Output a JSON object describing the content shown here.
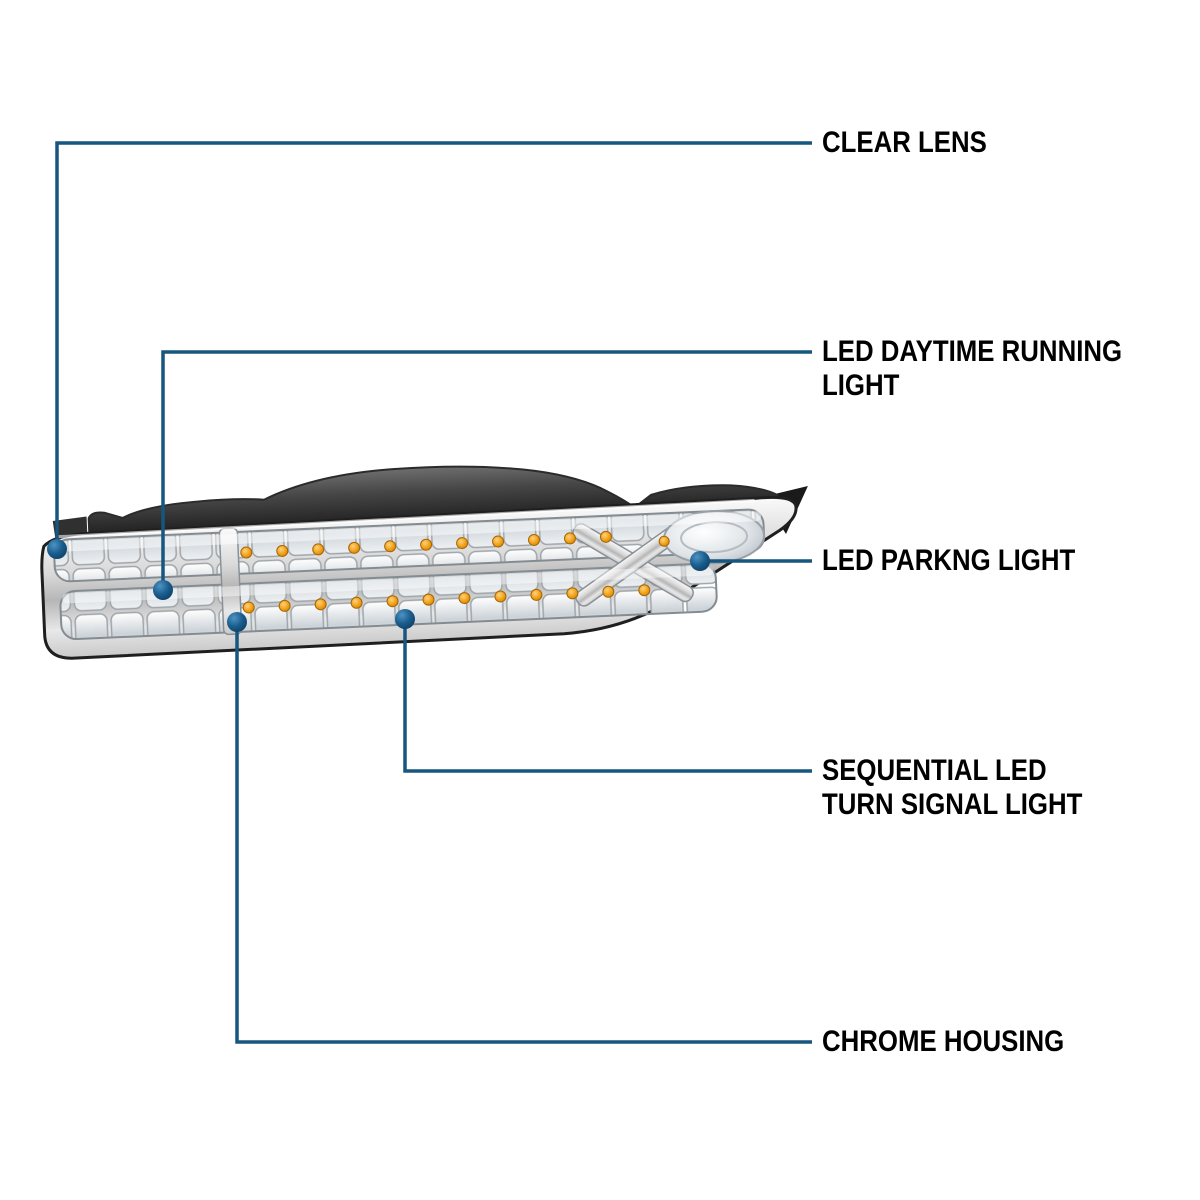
{
  "diagram": {
    "illustration": "chrome-led-bumper-turn-signal-light",
    "background": "#ffffff"
  },
  "colors": {
    "callout_line": "#17567f",
    "callout_dot": "#0d4a74",
    "label_text": "#000000",
    "chrome": "#d9d9d9",
    "housing_dark": "#3a3a3a",
    "amber_led": "#e8940c"
  },
  "callouts": [
    {
      "id": "clear-lens",
      "text": "CLEAR LENS"
    },
    {
      "id": "led-drl",
      "text": "LED DAYTIME RUNNING LIGHT"
    },
    {
      "id": "led-parking",
      "text": "LED PARKNG LIGHT"
    },
    {
      "id": "sequential-turn",
      "text": "SEQUENTIAL LED\nTURN SIGNAL LIGHT"
    },
    {
      "id": "chrome-housing",
      "text": "CHROME HOUSING"
    }
  ]
}
